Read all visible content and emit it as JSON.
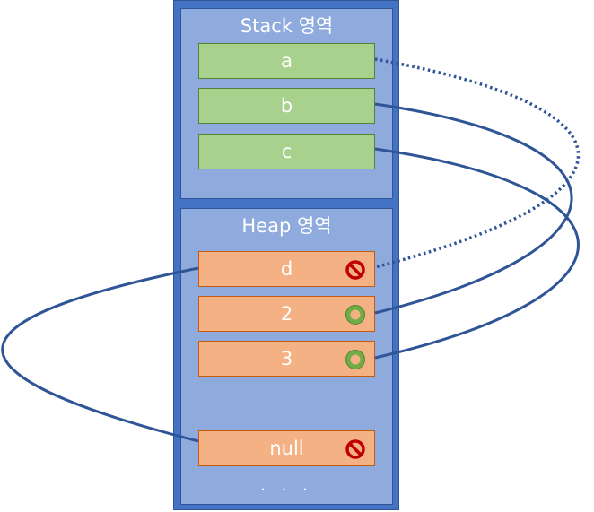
{
  "stack": {
    "title": "Stack 영역",
    "items": [
      {
        "label": "a"
      },
      {
        "label": "b"
      },
      {
        "label": "c"
      }
    ]
  },
  "heap": {
    "title": "Heap 영역",
    "items": [
      {
        "label": "d",
        "status": "prohibited-icon"
      },
      {
        "label": "2",
        "status": "ring-icon"
      },
      {
        "label": "3",
        "status": "ring-icon"
      },
      {
        "label": "null",
        "status": "prohibited-icon"
      }
    ],
    "ellipsis": ". . ."
  },
  "links": [
    {
      "from": "a",
      "to": "d",
      "style": "dotted"
    },
    {
      "from": "b",
      "to": "2",
      "style": "solid"
    },
    {
      "from": "c",
      "to": "3",
      "style": "solid"
    },
    {
      "from": "d",
      "to": "null",
      "style": "solid"
    }
  ],
  "colors": {
    "outer": "#4472c4",
    "panel": "#8faadc",
    "stack_box": "#a9d18e",
    "heap_box": "#f4b183",
    "link": "#2f5597",
    "prohibited": "#c00000",
    "ring": "#70ad47"
  }
}
